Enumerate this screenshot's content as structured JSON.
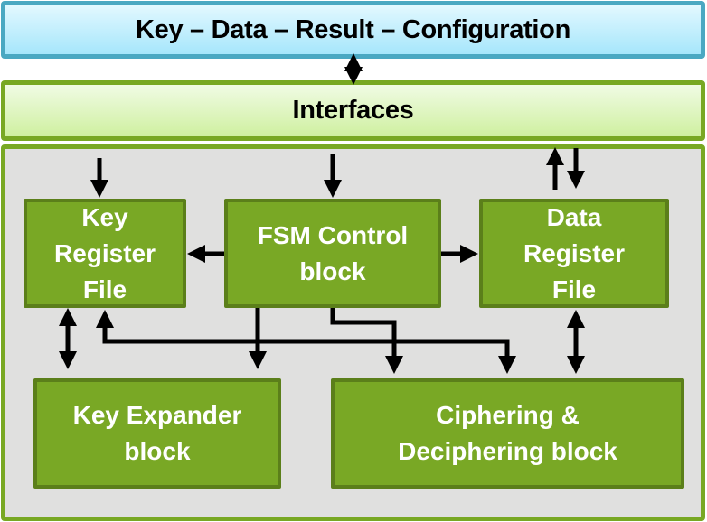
{
  "top_bar": {
    "label": "Key – Data – Result – Configuration"
  },
  "interfaces_bar": {
    "label": "Interfaces"
  },
  "blocks": {
    "key_register_file": {
      "lines": [
        "Key",
        "Register",
        "File"
      ]
    },
    "fsm_control": {
      "lines": [
        "FSM Control",
        "block"
      ]
    },
    "data_register_file": {
      "lines": [
        "Data",
        "Register",
        "File"
      ]
    },
    "key_expander": {
      "lines": [
        "Key Expander",
        "block"
      ]
    },
    "ciphering": {
      "lines": [
        "Ciphering &",
        "Deciphering block"
      ]
    }
  },
  "colors": {
    "top_border": "#4aa8c2",
    "green_border": "#78a823",
    "block_fill": "#79a825",
    "block_border": "#5b7f1a",
    "panel_fill": "#e0e0df",
    "arrow": "#000000"
  }
}
